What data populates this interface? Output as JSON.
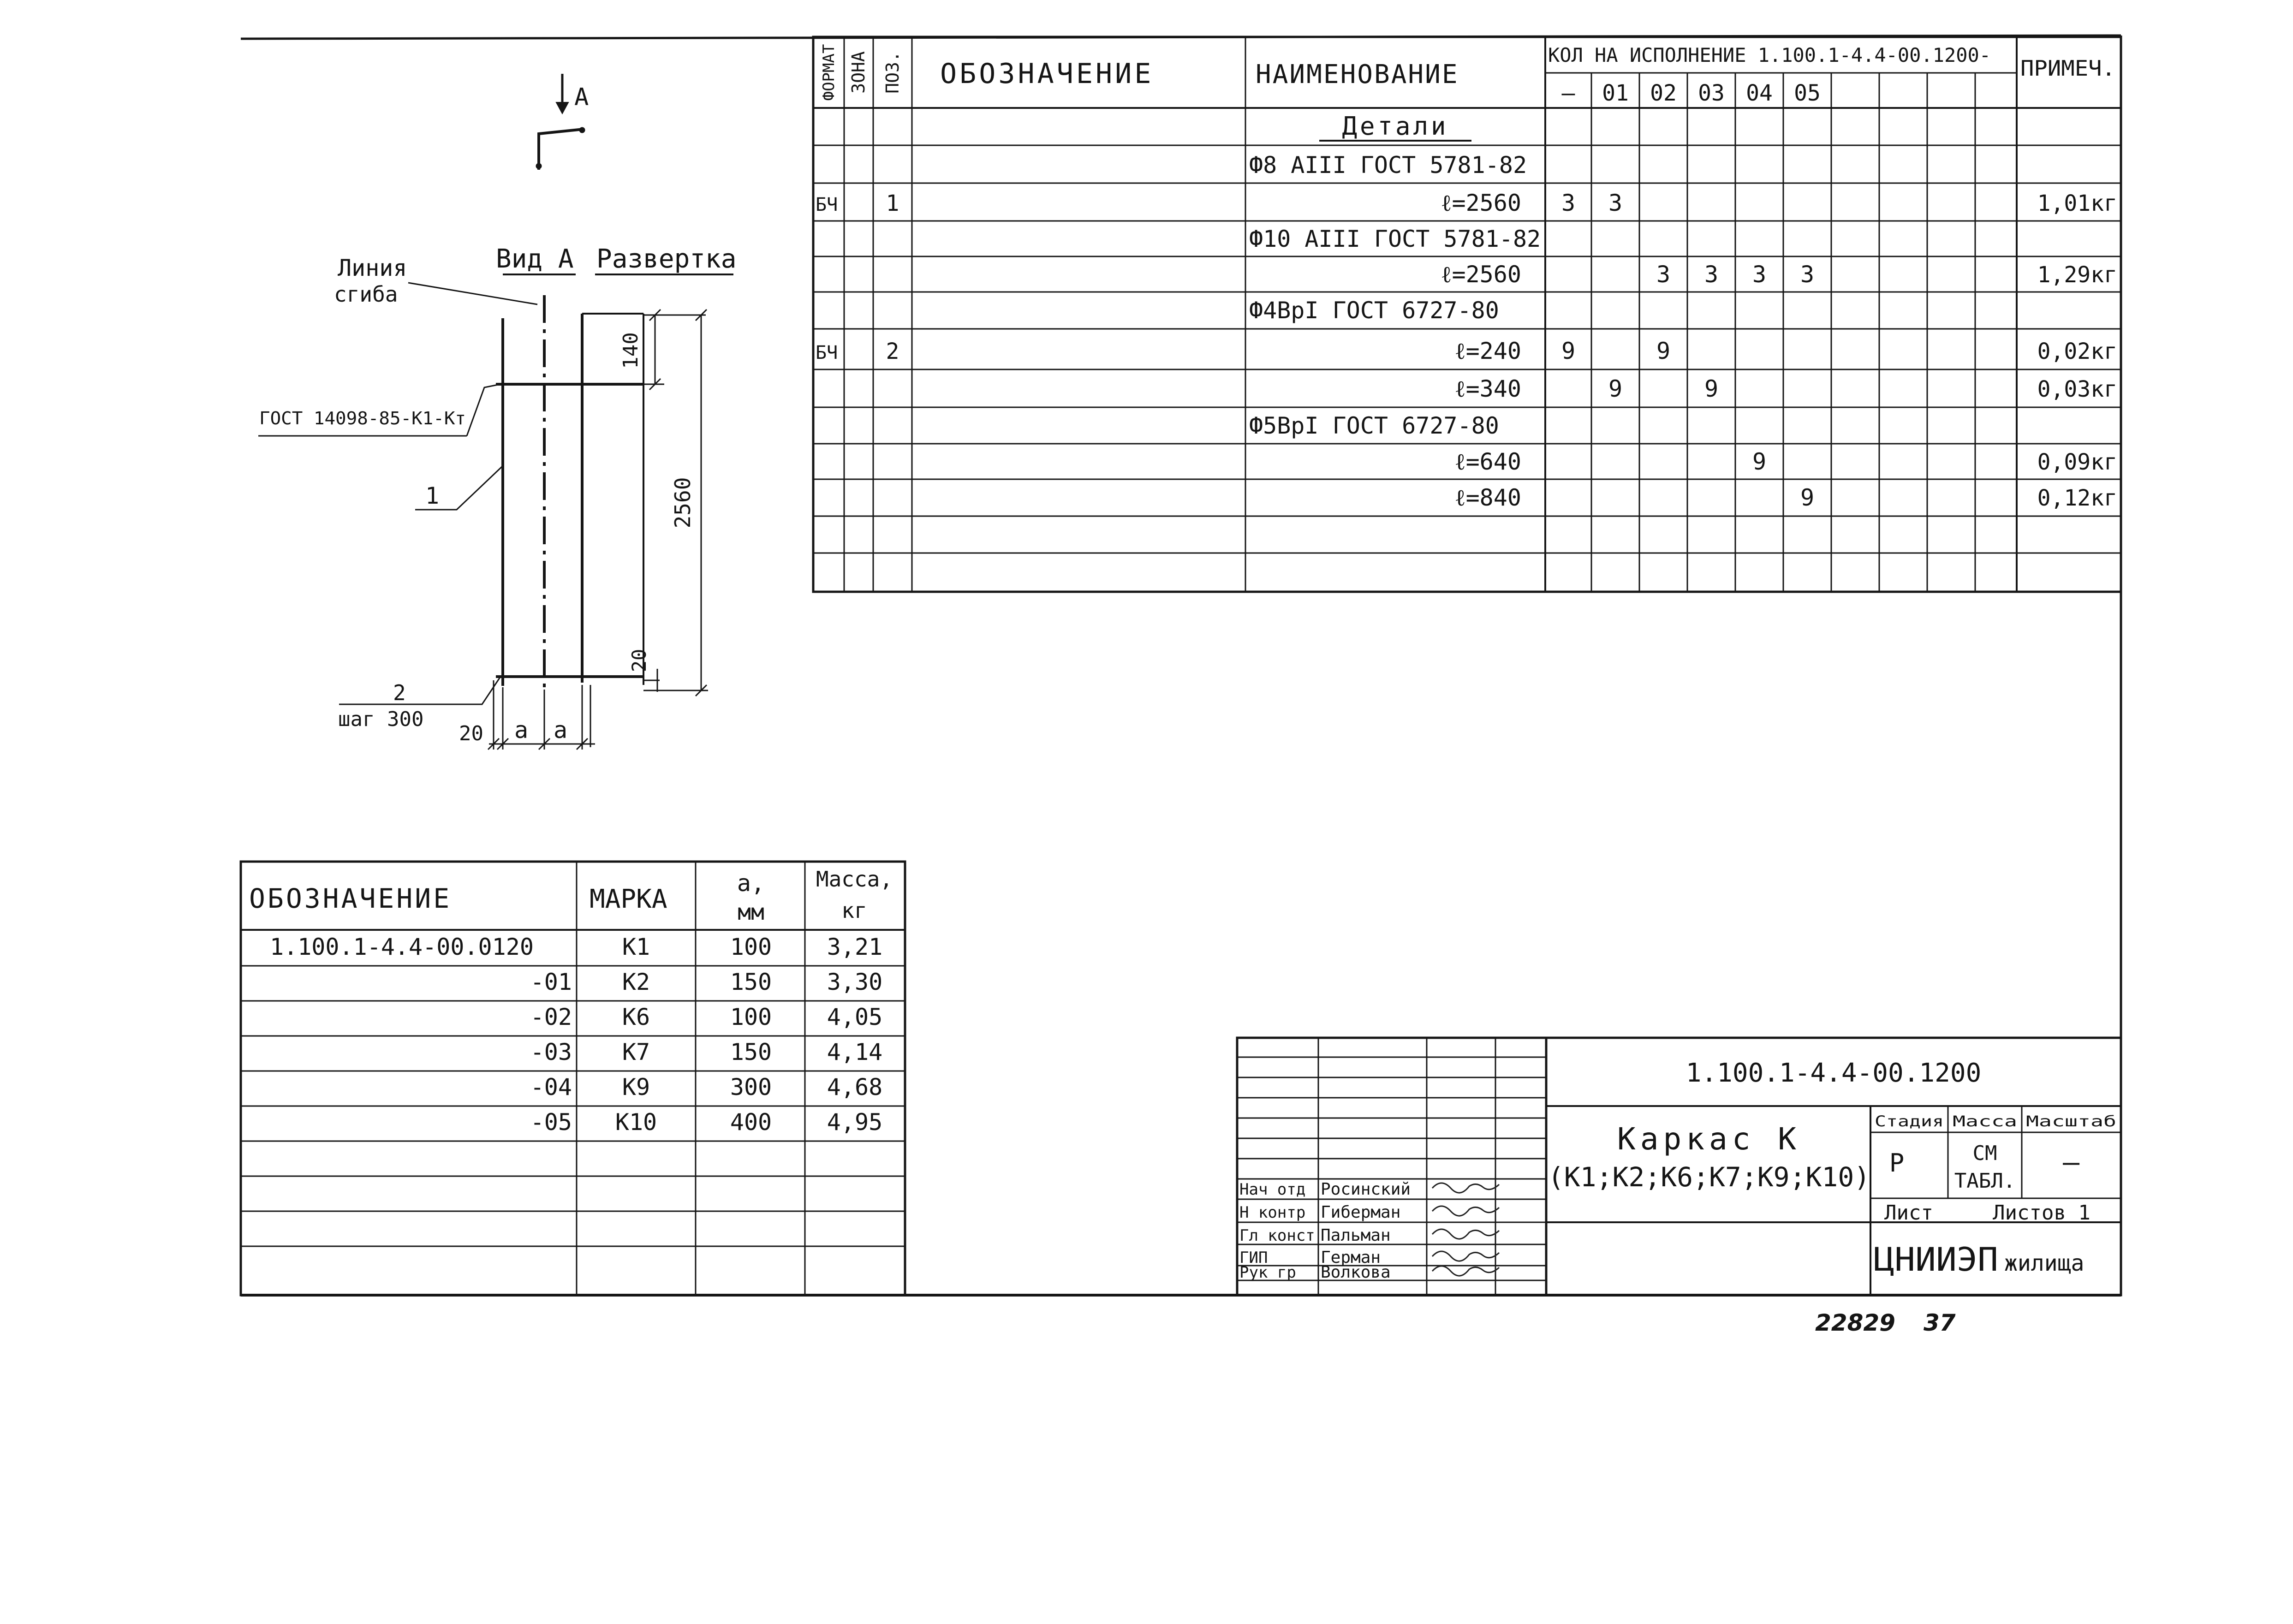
{
  "spec_table": {
    "headers": {
      "format": "ФОРМАТ",
      "zone": "ЗОНА",
      "pos": "ПОЗ.",
      "designation": "ОБОЗНАЧЕНИЕ",
      "name": "НАИМЕНОВАНИЕ",
      "qty_group": "КОЛ НА ИСПОЛНЕНИЕ 1.100.1-4.4-00.1200-",
      "note": "ПРИМЕЧ."
    },
    "variant_columns": [
      "—",
      "01",
      "02",
      "03",
      "04",
      "05"
    ],
    "section_title": "Детали",
    "rows": [
      {
        "format": "",
        "pos": "",
        "name": "Ф8 АIII ГОСТ 5781-82",
        "qty": [
          "",
          "",
          "",
          "",
          "",
          ""
        ],
        "note": ""
      },
      {
        "format": "БЧ",
        "pos": "1",
        "name": "ℓ=2560",
        "qty": [
          "3",
          "3",
          "",
          "",
          "",
          ""
        ],
        "note": "1,01кг"
      },
      {
        "format": "",
        "pos": "",
        "name": "Ф10 АIII ГОСТ 5781-82",
        "qty": [
          "",
          "",
          "",
          "",
          "",
          ""
        ],
        "note": ""
      },
      {
        "format": "",
        "pos": "",
        "name": "ℓ=2560",
        "qty": [
          "",
          "",
          "3",
          "3",
          "3",
          "3"
        ],
        "note": "1,29кг"
      },
      {
        "format": "",
        "pos": "",
        "name": "Ф4ВрI ГОСТ 6727-80",
        "qty": [
          "",
          "",
          "",
          "",
          "",
          ""
        ],
        "note": ""
      },
      {
        "format": "БЧ",
        "pos": "2",
        "name": "ℓ=240",
        "qty": [
          "9",
          "",
          "9",
          "",
          "",
          ""
        ],
        "note": "0,02кг"
      },
      {
        "format": "",
        "pos": "",
        "name": "ℓ=340",
        "qty": [
          "",
          "9",
          "",
          "9",
          "",
          ""
        ],
        "note": "0,03кг"
      },
      {
        "format": "",
        "pos": "",
        "name": "Ф5ВрI ГОСТ 6727-80",
        "qty": [
          "",
          "",
          "",
          "",
          "",
          ""
        ],
        "note": ""
      },
      {
        "format": "",
        "pos": "",
        "name": "ℓ=640",
        "qty": [
          "",
          "",
          "",
          "",
          "9",
          ""
        ],
        "note": "0,09кг"
      },
      {
        "format": "",
        "pos": "",
        "name": "ℓ=840",
        "qty": [
          "",
          "",
          "",
          "",
          "",
          "9"
        ],
        "note": "0,12кг"
      }
    ]
  },
  "drawing": {
    "view_marker": "А",
    "bend_line_label_1": "Линия",
    "bend_line_label_2": "сгиба",
    "view_a_label": "Вид А",
    "development_label": "Развертка",
    "gost_label": "ГОСТ 14098-85-К1-Кт",
    "pos1_label": "1",
    "pos2_label": "2",
    "step_label": "шаг 300",
    "dim_140": "140",
    "dim_2560": "2560",
    "dim_20_vertical": "20",
    "dim_20_horizontal": "20",
    "dim_a1": "а",
    "dim_a2": "а"
  },
  "mark_table": {
    "headers": {
      "designation": "ОБОЗНАЧЕНИЕ",
      "mark": "МАРКА",
      "a_1": "а,",
      "a_2": "мм",
      "mass_1": "Масса,",
      "mass_2": "кг"
    },
    "rows": [
      {
        "designation": "1.100.1-4.4-00.0120",
        "mark": "К1",
        "a": "100",
        "mass": "3,21"
      },
      {
        "designation": "-01",
        "mark": "К2",
        "a": "150",
        "mass": "3,30"
      },
      {
        "designation": "-02",
        "mark": "К6",
        "a": "100",
        "mass": "4,05"
      },
      {
        "designation": "-03",
        "mark": "К7",
        "a": "150",
        "mass": "4,14"
      },
      {
        "designation": "-04",
        "mark": "К9",
        "a": "300",
        "mass": "4,68"
      },
      {
        "designation": "-05",
        "mark": "К10",
        "a": "400",
        "mass": "4,95"
      }
    ]
  },
  "title_block": {
    "doc_number": "1.100.1-4.4-00.1200",
    "title_1": "Каркас К",
    "title_2": "(К1;К2;К6;К7;К9;К10)",
    "stage_label": "Стадия",
    "mass_label": "Масса",
    "scale_label": "Масштаб",
    "stage_value": "Р",
    "mass_value_1": "СМ",
    "mass_value_2": "ТАБЛ.",
    "scale_value": "—",
    "sheet_label": "Лист",
    "sheets_label": "Листов 1",
    "organization_1": "ЦНИИЭП",
    "organization_2": "жилища",
    "signatures": [
      {
        "role": "Нач отд",
        "name": "Росинский"
      },
      {
        "role": "Н контр",
        "name": "Гиберман"
      },
      {
        "role": "Гл конст",
        "name": "Пальман"
      },
      {
        "role": "ГИП",
        "name": "Герман"
      },
      {
        "role": "Рук гр",
        "name": "Волкова"
      }
    ]
  },
  "footer": {
    "archive_number": "22829",
    "page_number": "37"
  }
}
